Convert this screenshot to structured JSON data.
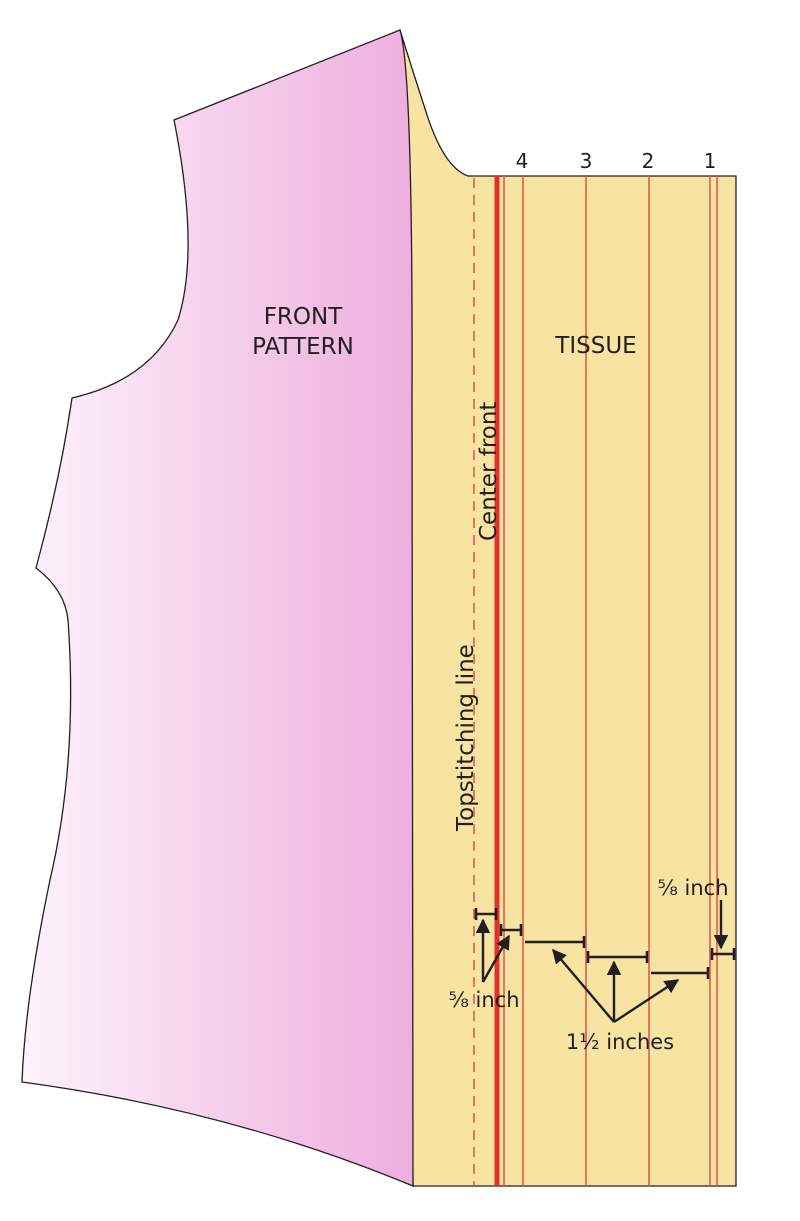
{
  "pattern": {
    "label_line1": "FRONT",
    "label_line2": "PATTERN",
    "fill_gradient_start": "#fdf3fa",
    "fill_gradient_end": "#eeaede"
  },
  "tissue": {
    "label": "TISSUE",
    "fill": "#f8e4a2"
  },
  "lines": {
    "center_front": "Center front",
    "topstitching": "Topstitching line",
    "center_front_color": "#e53027",
    "pleat_line_color": "#e35a4a",
    "numbers": [
      "4",
      "3",
      "2",
      "1"
    ]
  },
  "measurements": {
    "five_eighths_left": "⁵⁄₈ inch",
    "five_eighths_right": "⁵⁄₈ inch",
    "one_and_half": "1½ inches"
  }
}
